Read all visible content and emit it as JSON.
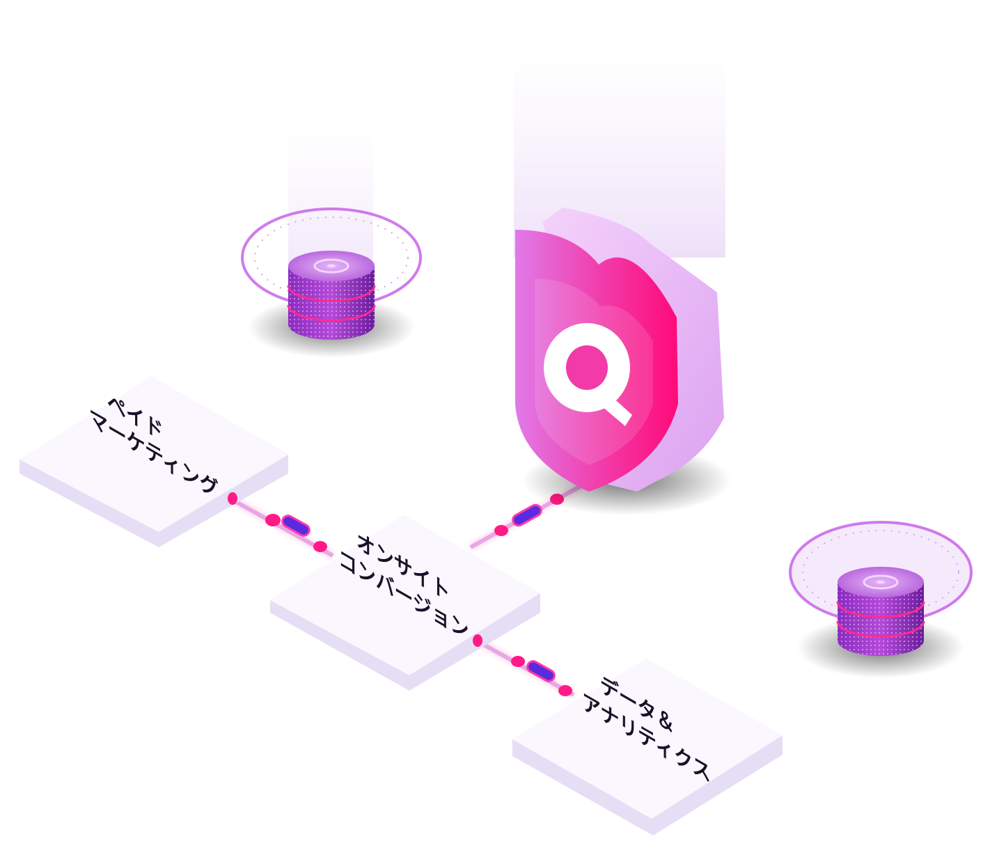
{
  "colors": {
    "accent_pink": "#ff0a78",
    "accent_violet": "#c04cf0",
    "tile_face": "#faf7ff",
    "tile_side": "#e6def5",
    "label_text": "#1a1028"
  },
  "tiles": [
    {
      "id": "paid-marketing",
      "lines": [
        "ペイド",
        "マーケティング"
      ]
    },
    {
      "id": "onsite-conversion",
      "lines": [
        "オンサイト",
        "コンバージョン"
      ]
    },
    {
      "id": "data-analytics",
      "lines": [
        "データ＆",
        "アナリティクス"
      ]
    }
  ],
  "icons": {
    "shield": "shield-logo-icon",
    "database_left": "database-icon",
    "database_right": "database-icon"
  }
}
